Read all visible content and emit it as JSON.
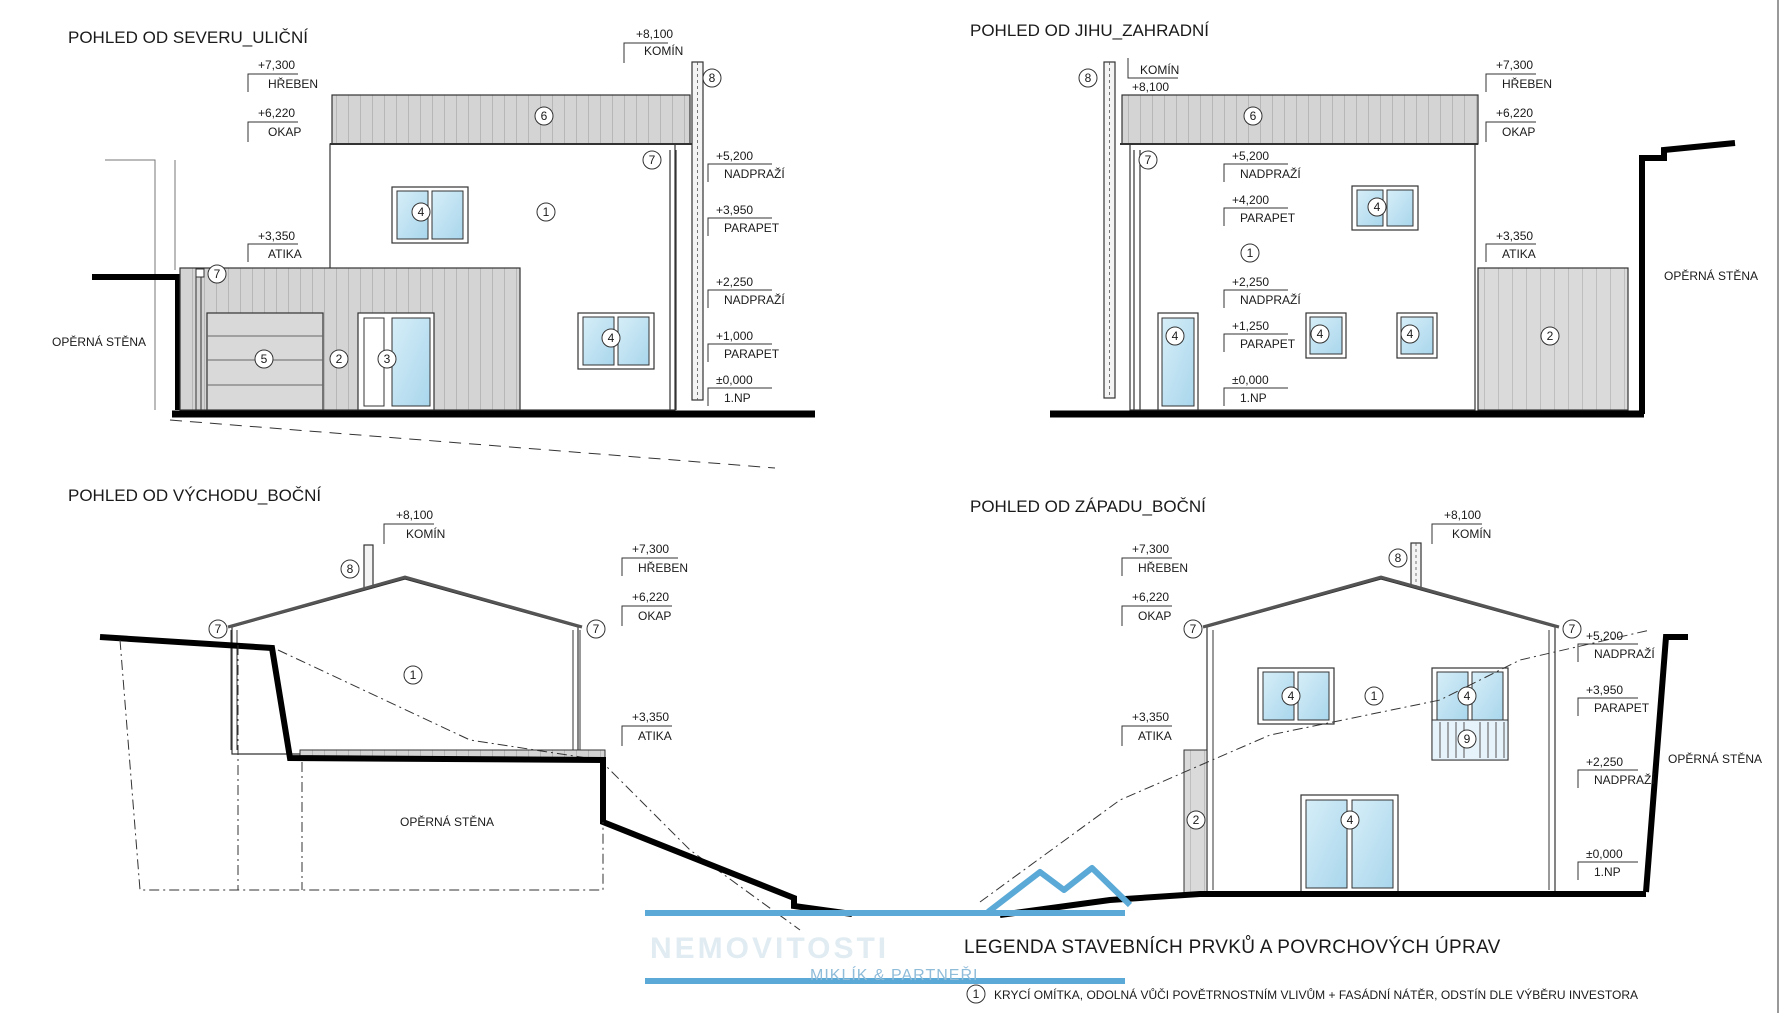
{
  "views": {
    "north": {
      "title": "POHLED OD SEVERU_ULIČNÍ",
      "levels": [
        {
          "value": "+8,100",
          "name": "KOMÍN"
        },
        {
          "value": "+7,300",
          "name": "HŘEBEN"
        },
        {
          "value": "+6,220",
          "name": "OKAP"
        },
        {
          "value": "+5,200",
          "name": "NADPRAŽÍ"
        },
        {
          "value": "+3,950",
          "name": "PARAPET"
        },
        {
          "value": "+3,350",
          "name": "ATIKA"
        },
        {
          "value": "+2,250",
          "name": "NADPRAŽÍ"
        },
        {
          "value": "+1,000",
          "name": "PARAPET"
        },
        {
          "value": "±0,000",
          "name": "1.NP"
        }
      ],
      "wall_label": "OPĚRNÁ STĚNA"
    },
    "south": {
      "title": "POHLED OD JIHU_ZAHRADNÍ",
      "levels": [
        {
          "value": "+8,100",
          "name": "KOMÍN"
        },
        {
          "value": "+7,300",
          "name": "HŘEBEN"
        },
        {
          "value": "+6,220",
          "name": "OKAP"
        },
        {
          "value": "+5,200",
          "name": "NADPRAŽÍ"
        },
        {
          "value": "+4,200",
          "name": "PARAPET"
        },
        {
          "value": "+3,350",
          "name": "ATIKA"
        },
        {
          "value": "+2,250",
          "name": "NADPRAŽÍ"
        },
        {
          "value": "+1,250",
          "name": "PARAPET"
        },
        {
          "value": "±0,000",
          "name": "1.NP"
        }
      ],
      "wall_label": "OPĚRNÁ STĚNA"
    },
    "east": {
      "title": "POHLED OD VÝCHODU_BOČNÍ",
      "levels": [
        {
          "value": "+8,100",
          "name": "KOMÍN"
        },
        {
          "value": "+7,300",
          "name": "HŘEBEN"
        },
        {
          "value": "+6,220",
          "name": "OKAP"
        },
        {
          "value": "+3,350",
          "name": "ATIKA"
        }
      ],
      "wall_label": "OPĚRNÁ STĚNA"
    },
    "west": {
      "title": "POHLED OD ZÁPADU_BOČNÍ",
      "levels": [
        {
          "value": "+8,100",
          "name": "KOMÍN"
        },
        {
          "value": "+7,300",
          "name": "HŘEBEN"
        },
        {
          "value": "+6,220",
          "name": "OKAP"
        },
        {
          "value": "+5,200",
          "name": "NADPRAŽÍ"
        },
        {
          "value": "+3,950",
          "name": "PARAPET"
        },
        {
          "value": "+3,350",
          "name": "ATIKA"
        },
        {
          "value": "+2,250",
          "name": "NADPRAŽÍ"
        },
        {
          "value": "±0,000",
          "name": "1.NP"
        }
      ],
      "wall_label": "OPĚRNÁ STĚNA"
    }
  },
  "legend": {
    "title": "LEGENDA STAVEBNÍCH PRVKŮ A POVRCHOVÝCH ÚPRAV",
    "items": [
      {
        "num": "1",
        "text": "KRYCÍ OMÍTKA, ODOLNÁ VŮČI POVĚTRNOSTNÍM VLIVŮM + FASÁDNÍ NÁTĚR, ODSTÍN DLE VÝBĚRU INVESTORA"
      }
    ]
  },
  "watermark": {
    "brand": "NEMOVITOSTI",
    "sub": "MIKLÍK & PARTNEŘI",
    "color": "#5aa9d6"
  },
  "element_numbers": {
    "facade_render": "1",
    "cladding": "2",
    "entry_door": "3",
    "window": "4",
    "garage_door": "5",
    "roof_fascia": "6",
    "gutter": "7",
    "chimney": "8",
    "balcony_railing": "9"
  }
}
